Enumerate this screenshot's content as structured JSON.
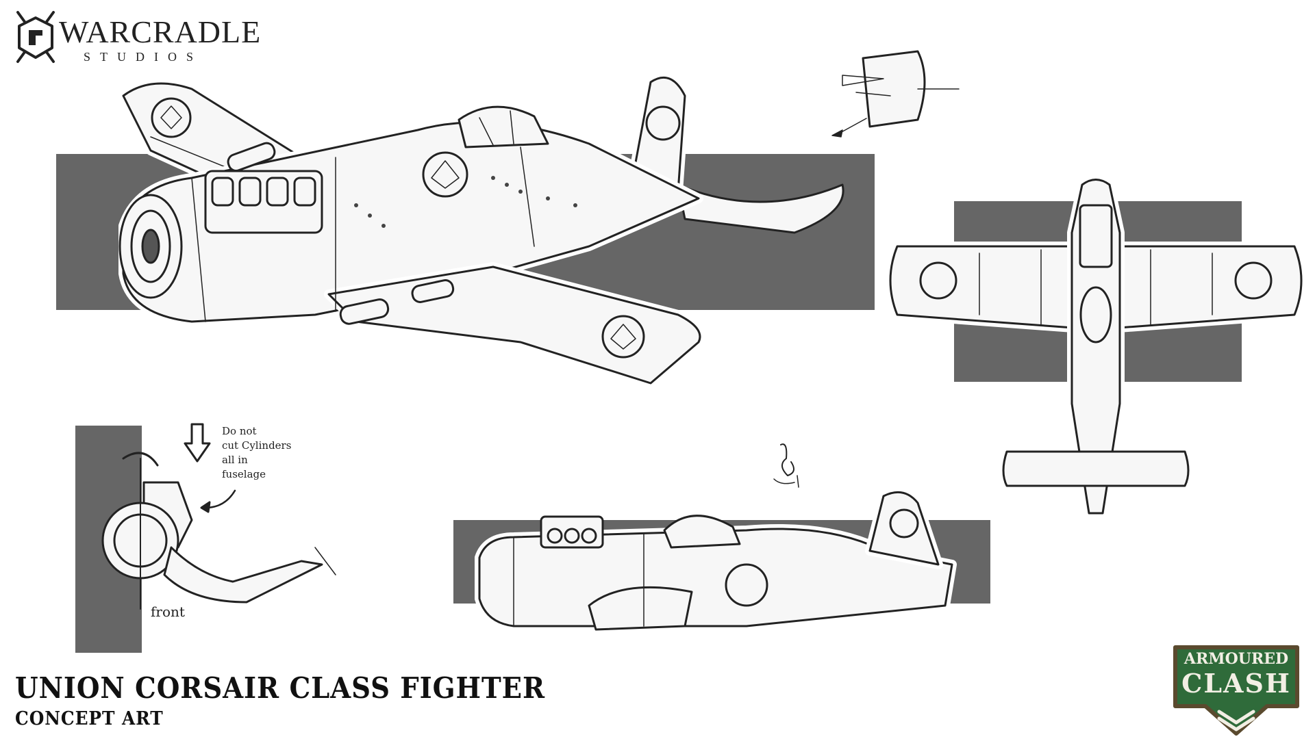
{
  "brand": {
    "name": "WARCRADLE",
    "subtitle": "STUDIOS"
  },
  "annotations": {
    "cylinders_note": "Do not\ncut Cylinders\nall in\nfuselage",
    "front_label": "front"
  },
  "title": {
    "main": "UNION CORSAIR CLASS FIGHTER",
    "sub": "CONCEPT ART"
  },
  "product_logo": {
    "line1": "ARMOURED",
    "line2": "CLASH"
  },
  "colors": {
    "background": "#ffffff",
    "panel_gray": "#666666",
    "ink": "#222222",
    "logo_green": "#2f6b3a",
    "logo_frame": "#5a4a2e"
  },
  "icons": [
    "warcradle-shield-logo",
    "crossed-swords-icon",
    "armoured-clash-badge",
    "chevron-rank-icon",
    "down-arrow-icon",
    "curved-arrow-icon"
  ]
}
